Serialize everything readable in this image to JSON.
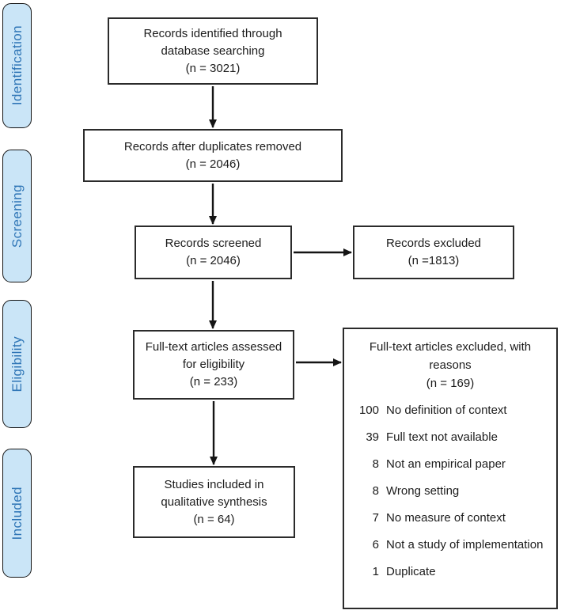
{
  "colors": {
    "stage_fill": "#cae5f7",
    "stage_text": "#2e75b6",
    "box_border": "#2b2b2b",
    "arrow": "#141414",
    "background": "#ffffff"
  },
  "sidebar": {
    "stages": [
      {
        "label": "Identification"
      },
      {
        "label": "Screening"
      },
      {
        "label": "Eligibility"
      },
      {
        "label": "Included"
      }
    ]
  },
  "flow": {
    "identified": {
      "lines": [
        "Records identified through",
        "database searching",
        "(n = 3021)"
      ]
    },
    "deduplicated": {
      "lines": [
        "Records after duplicates removed",
        "(n = 2046)"
      ]
    },
    "screened": {
      "lines": [
        "Records screened",
        "(n = 2046)"
      ]
    },
    "records_excluded": {
      "lines": [
        "Records excluded",
        "(n =1813)"
      ]
    },
    "fulltext_assessed": {
      "lines": [
        "Full-text articles assessed",
        "for eligibility",
        "(n = 233)"
      ]
    },
    "fulltext_excluded": {
      "header_lines": [
        "Full-text articles excluded, with",
        "reasons",
        "(n = 169)"
      ],
      "reasons": [
        {
          "count": "100",
          "label": "No definition of context"
        },
        {
          "count": "39",
          "label": "Full text not available"
        },
        {
          "count": "8",
          "label": "Not an empirical paper"
        },
        {
          "count": "8",
          "label": "Wrong setting"
        },
        {
          "count": "7",
          "label": "No measure of context"
        },
        {
          "count": "6",
          "label": "Not a study of implementation"
        },
        {
          "count": "1",
          "label": "Duplicate"
        }
      ]
    },
    "included_synthesis": {
      "lines": [
        "Studies included in",
        "qualitative synthesis",
        "(n = 64)"
      ]
    }
  }
}
